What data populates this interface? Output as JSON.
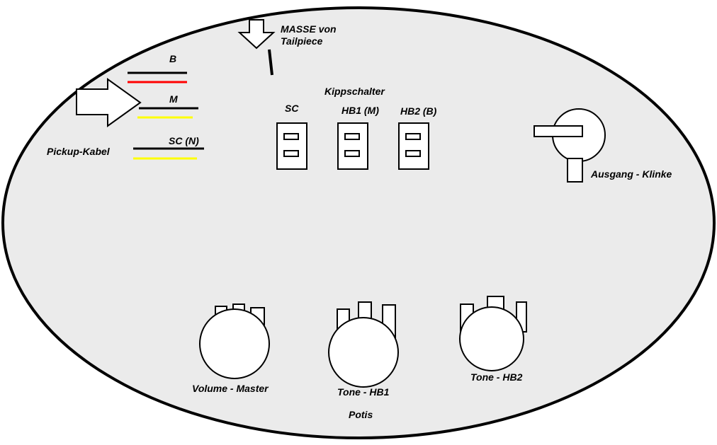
{
  "labels": {
    "masse_line1": "MASSE von",
    "masse_line2": "Tailpiece",
    "kippschalter": "Kippschalter",
    "switch_sc": "SC",
    "switch_hb1": "HB1 (M)",
    "switch_hb2": "HB2 (B)",
    "wire_b": "B",
    "wire_m": "M",
    "wire_sc": "SC (N)",
    "pickup_kabel": "Pickup-Kabel",
    "ausgang": "Ausgang - Klinke",
    "pot_volume": "Volume - Master",
    "pot_tone_hb1": "Tone - HB1",
    "pot_tone_hb2": "Tone - HB2",
    "potis": "Potis"
  },
  "colors": {
    "body_fill": "#ebebeb",
    "outline": "#000000",
    "wire_red": "#ff0000",
    "wire_yellow": "#ffff00",
    "wire_black": "#000000"
  }
}
